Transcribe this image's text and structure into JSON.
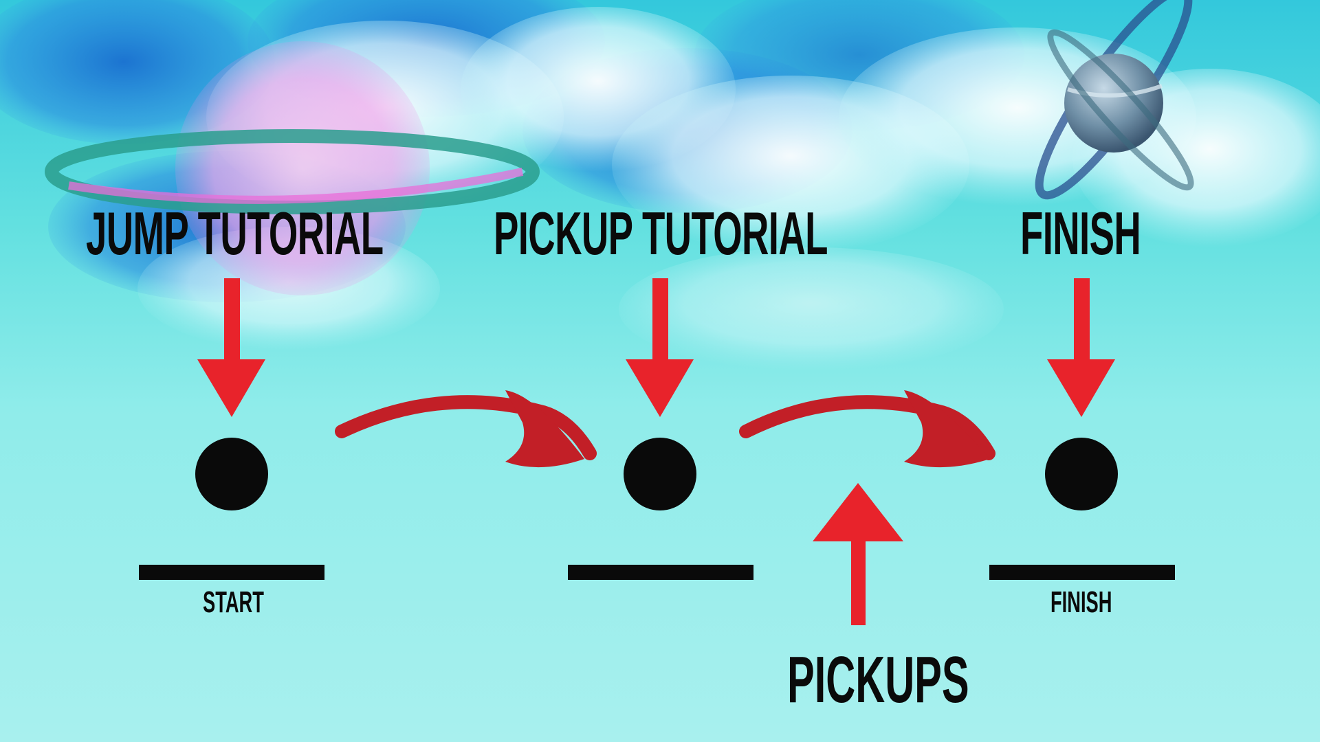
{
  "headings": {
    "jump": "JUMP TUTORIAL",
    "pickup": "PICKUP TUTORIAL",
    "finish": "FINISH"
  },
  "platform_labels": {
    "start": "START",
    "middle": "",
    "finish": "FINISH"
  },
  "pickups_label": "PICKUPS",
  "colors": {
    "arrow_red": "#e8232b",
    "curved_arrow_red": "#c21f27",
    "ink": "#0a0a0a",
    "sky": "#62e0e0"
  }
}
